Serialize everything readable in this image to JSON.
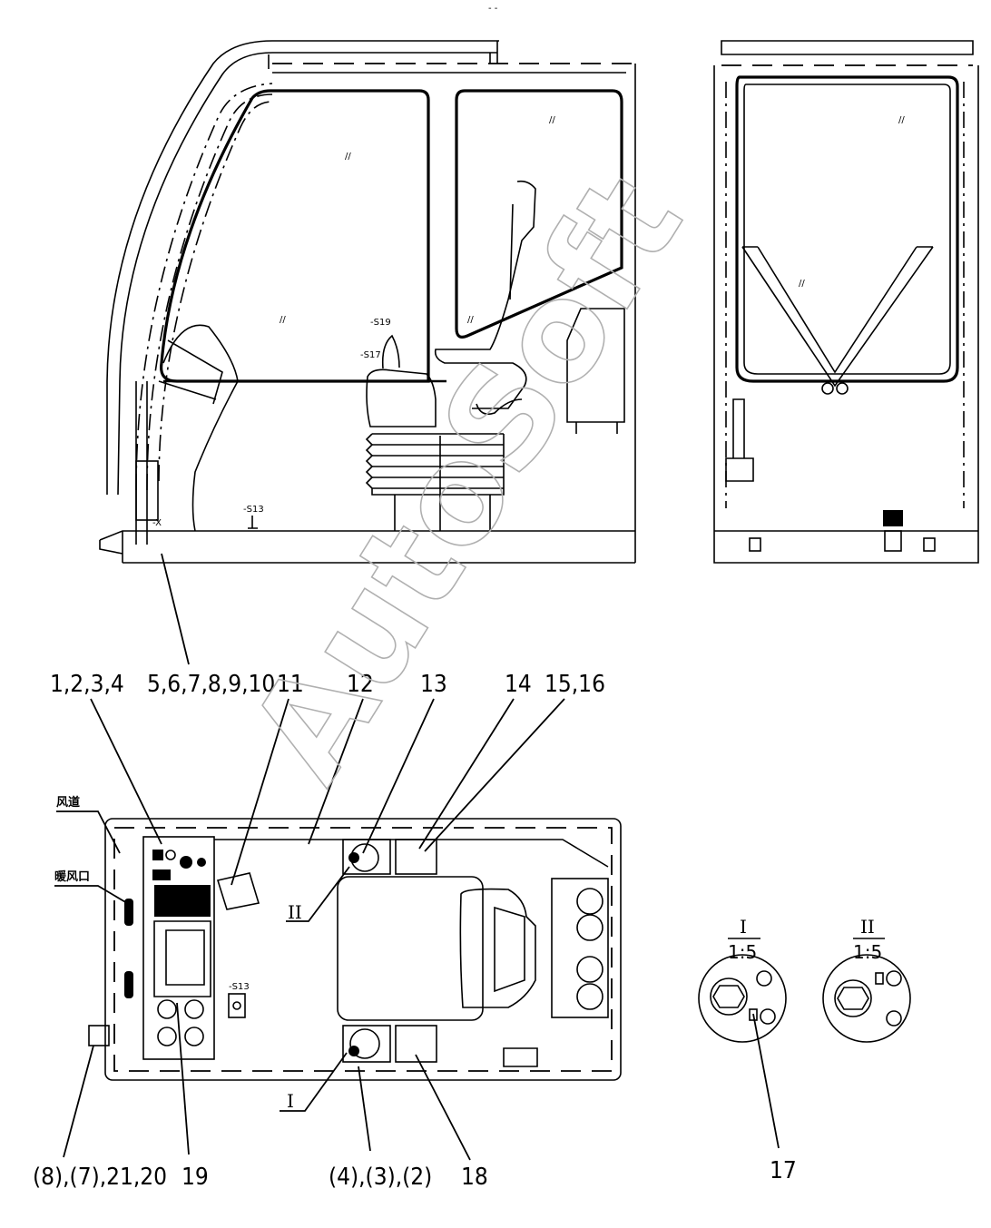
{
  "callouts_top": {
    "c1": "1,2,3,4",
    "c2": "5,6,7,8,9,10",
    "c3": "11",
    "c4": "12",
    "c5": "13",
    "c6": "14",
    "c7": "15,16"
  },
  "callouts_bottom": {
    "c1": "(8),(7),21,20",
    "c2": "19",
    "c3": "(4),(3),(2)",
    "c4": "18",
    "c5": "17"
  },
  "side_labels": {
    "air_duct": "风道",
    "warm_air_outlet": "暖风口"
  },
  "component_tags": {
    "s19": "-S19",
    "s17": "-S17",
    "s13_side": "-S13",
    "x": "-X",
    "s13_plan": "-S13"
  },
  "detail_views": {
    "view_1": {
      "label": "I",
      "scale": "1:5"
    },
    "view_2": {
      "label": "II",
      "scale": "1:5"
    }
  },
  "section_markers": {
    "marker_2": "II",
    "marker_1": "I"
  },
  "watermark": "AutoSoft",
  "page_mark": "- -"
}
